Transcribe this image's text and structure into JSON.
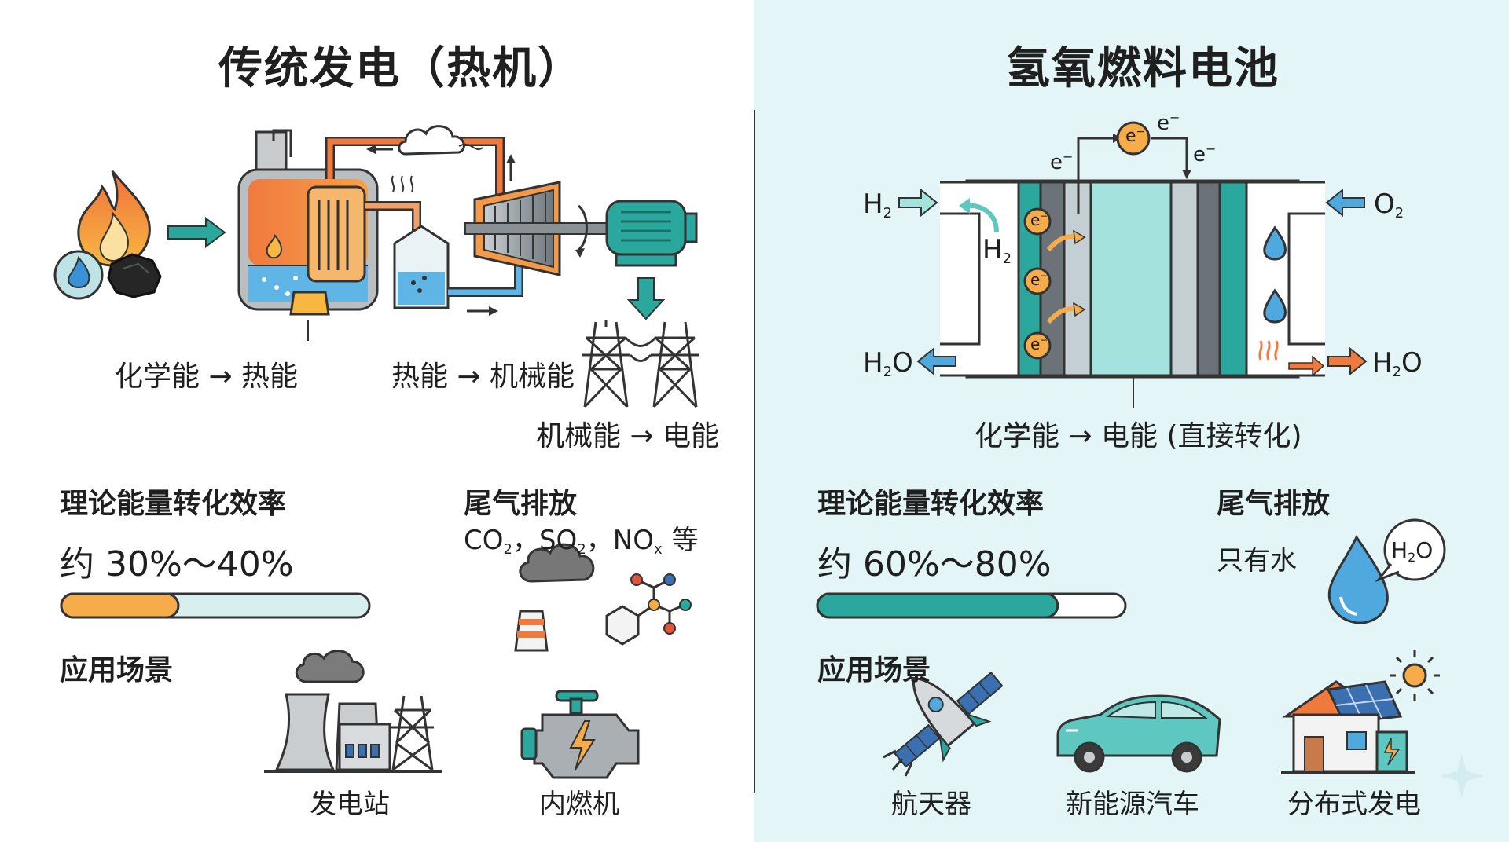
{
  "colors": {
    "right_bg": "#e3f5f7",
    "teal": "#2aa89d",
    "orange": "#f6ac4a",
    "steel": "#6e7a80",
    "water": "#4fa8de",
    "bar_track": "#d8eff0"
  },
  "left": {
    "title": "传统发电（热机）",
    "stage1": "化学能 → 热能",
    "stage2": "热能 → 机械能",
    "stage3": "机械能 → 电能",
    "efficiency": {
      "heading": "理论能量转化效率",
      "value": "约 30%～40%",
      "fill_fraction": 0.38
    },
    "emissions": {
      "heading": "尾气排放",
      "co": "CO",
      "co_sub": "2",
      "so": "SO",
      "so_sub": "2",
      "no": "NO",
      "no_sub": "x",
      "suffix": "等"
    },
    "applications": {
      "heading": "应用场景",
      "items": [
        "发电站",
        "内燃机"
      ]
    }
  },
  "right": {
    "title": "氢氧燃料电池",
    "process": "化学能 → 电能 (直接转化)",
    "labels": {
      "h": "H",
      "h_sub": "2",
      "o": "O",
      "o_sub": "2",
      "water_h": "H",
      "water_sub": "2",
      "water_o": "O",
      "electron": "e",
      "electron_sup": "−"
    },
    "efficiency": {
      "heading": "理论能量转化效率",
      "value": "约 60%～80%",
      "fill_fraction": 0.78
    },
    "emissions": {
      "heading": "尾气排放",
      "value": "只有水"
    },
    "applications": {
      "heading": "应用场景",
      "items": [
        "航天器",
        "新能源汽车",
        "分布式发电"
      ]
    }
  }
}
